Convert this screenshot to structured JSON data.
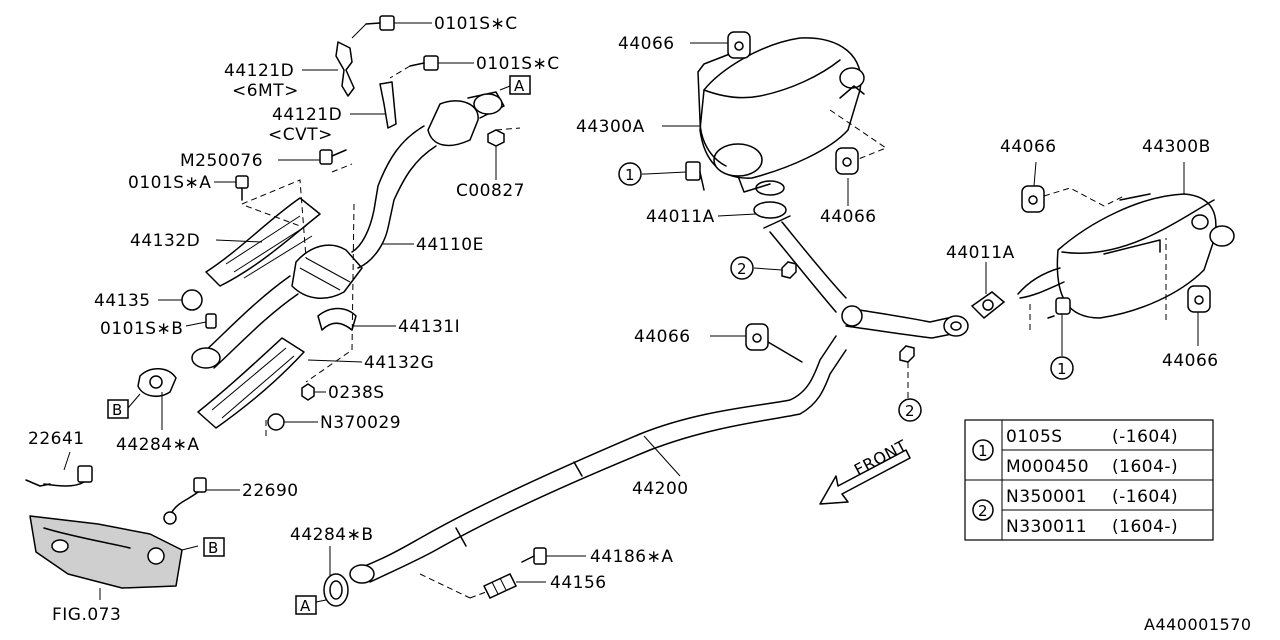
{
  "diagram_code": "A440001570",
  "parts": {
    "p0101SC_1": "0101S∗C",
    "p0101SC_2": "0101S∗C",
    "p44121D_6mt": "44121D",
    "p6mt": "<6MT>",
    "p44121D_cvt": "44121D",
    "pcvt": "<CVT>",
    "pM250076": "M250076",
    "p0101SA": "0101S∗A",
    "pC00827": "C00827",
    "p44132D": "44132D",
    "p44110E": "44110E",
    "p44135": "44135",
    "p0101SB": "0101S∗B",
    "p44131I": "44131I",
    "p44132G": "44132G",
    "p0238S": "0238S",
    "p44284A": "44284∗A",
    "pN370029": "N370029",
    "p22641": "22641",
    "p22690": "22690",
    "pFIG073": "FIG.073",
    "p44284B": "44284∗B",
    "p44186A": "44186∗A",
    "p44156": "44156",
    "p44200": "44200",
    "p44066_1": "44066",
    "p44066_2": "44066",
    "p44066_3": "44066",
    "p44066_4": "44066",
    "p44066_5": "44066",
    "p44300A": "44300A",
    "p44300B": "44300B",
    "p44011A_1": "44011A",
    "p44011A_2": "44011A",
    "front": "FRONT"
  },
  "refs": {
    "A": "A",
    "B": "B",
    "one": "1",
    "two": "2"
  },
  "legend": {
    "rows": [
      {
        "ref": "1",
        "part": "0105S",
        "range": "(-1604)"
      },
      {
        "ref": "",
        "part": "M000450",
        "range": "(1604-)"
      },
      {
        "ref": "2",
        "part": "N350001",
        "range": "(-1604)"
      },
      {
        "ref": "",
        "part": "N330011",
        "range": "(1604-)"
      }
    ]
  }
}
